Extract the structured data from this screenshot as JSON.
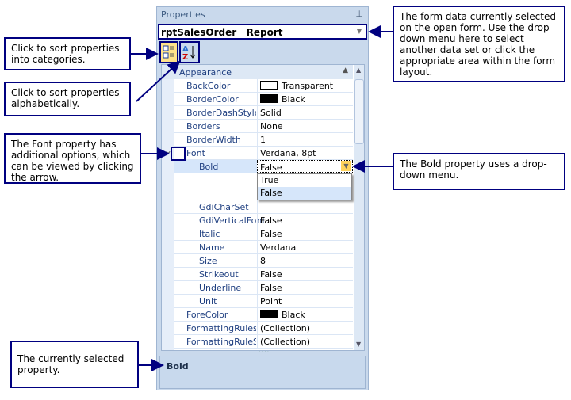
{
  "panel": {
    "title": "Properties",
    "pin_icon": "pin-icon",
    "object_selector": "rptSalesOrder   Report",
    "category": "Appearance",
    "rows": [
      {
        "name": "BackColor",
        "value": "Transparent",
        "swatch": "#ffffff"
      },
      {
        "name": "BorderColor",
        "value": "Black",
        "swatch": "#000000"
      },
      {
        "name": "BorderDashStyle",
        "value": "Solid"
      },
      {
        "name": "Borders",
        "value": "None"
      },
      {
        "name": "BorderWidth",
        "value": "1"
      },
      {
        "name": "Font",
        "value": "Verdana, 8pt",
        "expanded": true
      },
      {
        "name": "Bold",
        "value": "False",
        "sub": true,
        "selected": true
      },
      {
        "name": "GdiCharSet",
        "value": "",
        "sub": true
      },
      {
        "name": "GdiVerticalFont",
        "value": "False",
        "sub": true
      },
      {
        "name": "Italic",
        "value": "False",
        "sub": true
      },
      {
        "name": "Name",
        "value": "Verdana",
        "sub": true
      },
      {
        "name": "Size",
        "value": "8",
        "sub": true
      },
      {
        "name": "Strikeout",
        "value": "False",
        "sub": true
      },
      {
        "name": "Underline",
        "value": "False",
        "sub": true
      },
      {
        "name": "Unit",
        "value": "Point",
        "sub": true
      },
      {
        "name": "ForeColor",
        "value": "Black",
        "swatch": "#000000"
      },
      {
        "name": "FormattingRules",
        "value": "(Collection)"
      },
      {
        "name": "FormattingRuleSh",
        "value": "(Collection)"
      }
    ],
    "dropdown_options": [
      "True",
      "False"
    ],
    "dropdown_highlighted": "False",
    "description_title": "Bold"
  },
  "callouts": {
    "categories": "Click to sort properties into categories.",
    "alphabetical": "Click to sort properties alphabetically.",
    "font": "The Font property has additional options, which can be viewed by clicking the arrow.",
    "selected": "The currently selected property.",
    "form_data": "The form data currently selected on the open form. Use the drop down menu here to select another data set or click the appropriate area within the form layout.",
    "bold": "The Bold property uses a drop-down menu."
  },
  "colors": {
    "callout_border": "#000080",
    "panel_bg": "#c9d9ec",
    "label": "#1f3f80"
  }
}
